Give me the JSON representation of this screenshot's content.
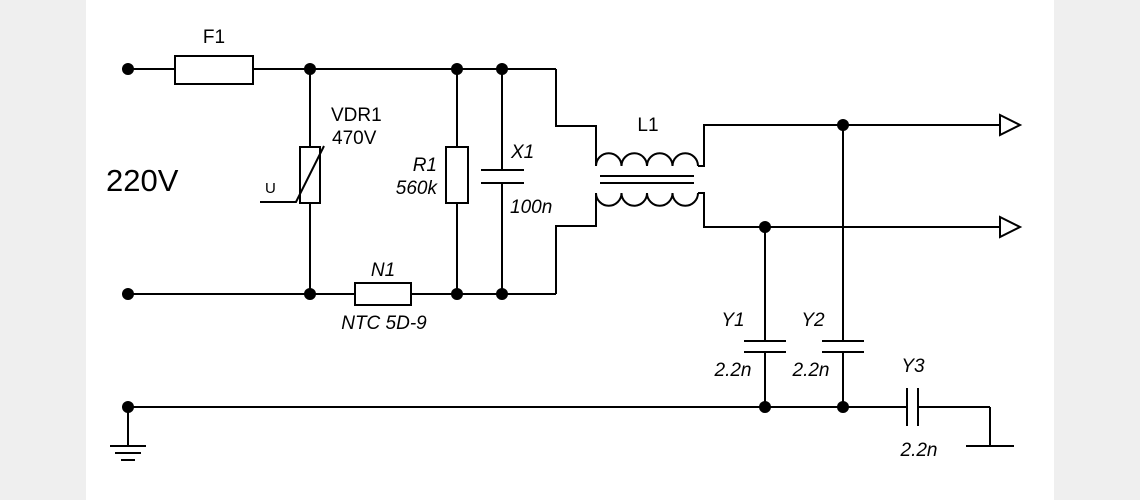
{
  "diagram": {
    "supply_label": "220V",
    "fuse": {
      "ref": "F1"
    },
    "varistor": {
      "ref": "VDR1",
      "value": "470V",
      "symbol_letter": "U"
    },
    "resistor": {
      "ref": "R1",
      "value": "560k"
    },
    "x_capacitor": {
      "ref": "X1",
      "value": "100n"
    },
    "thermistor": {
      "ref": "N1",
      "value": "NTC 5D-9"
    },
    "choke": {
      "ref": "L1"
    },
    "y_capacitors": [
      {
        "ref": "Y1",
        "value": "2.2n"
      },
      {
        "ref": "Y2",
        "value": "2.2n"
      },
      {
        "ref": "Y3",
        "value": "2.2n"
      }
    ]
  }
}
